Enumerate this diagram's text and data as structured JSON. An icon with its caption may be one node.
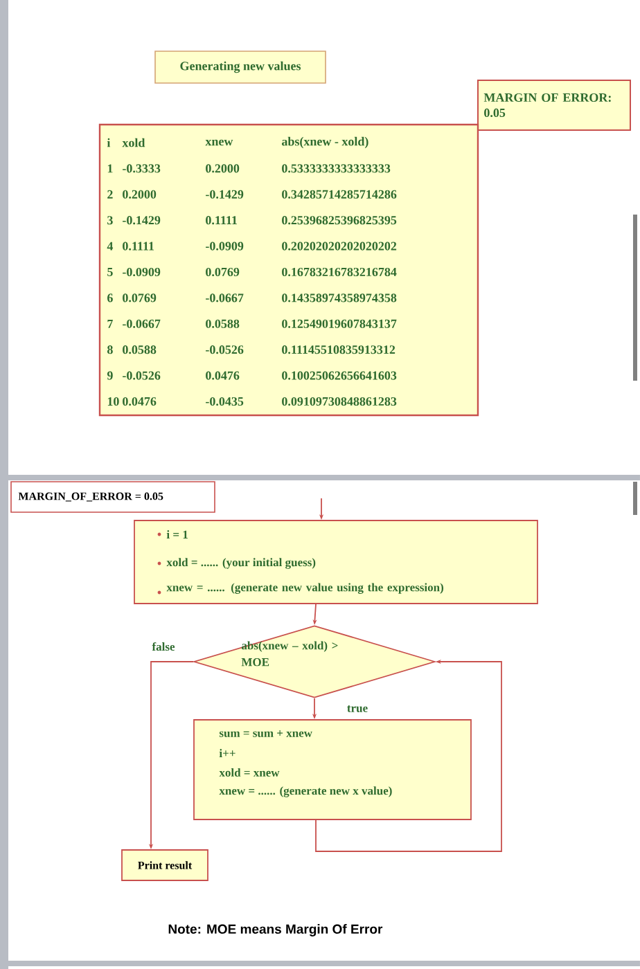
{
  "diagram": {
    "nodes": [
      {
        "text": [
          "Generating new values"
        ]
      },
      {
        "text": [
          "MARGIN OF ERROR: 0.05"
        ]
      },
      {
        "text": [
          "i",
          "xold",
          "xnew",
          "abs(xnew - xold)",
          "1",
          "-0.3333",
          "0.2000",
          "0.5333333333333333",
          "2",
          "0.2000",
          "-0.1429",
          "0.34285714285714286",
          "3",
          "-0.1429",
          "0.1111",
          "0.25396825396825395",
          "4",
          "0.1111",
          "-0.0909",
          "0.20202020202020202",
          "5",
          "-0.0909",
          "0.0769",
          "0.16783216783216784",
          "6",
          "0.0769",
          "-0.0667",
          "0.14358974358974358",
          "7",
          "-0.0667",
          "0.0588",
          "0.12549019607843137",
          "8",
          "0.0588",
          "-0.0526",
          "0.11145510835913312",
          "9",
          "-0.0526",
          "0.0476",
          "0.10025062656641603",
          "10",
          "0.0476",
          "-0.0435",
          "0.09109730848861283"
        ]
      },
      {
        "text": [
          "MARGIN_OF_ERROR = 0.05"
        ]
      },
      {
        "text": [
          "i = 1",
          "xold = ...... (your initial guess)",
          "xnew = ...... (generate new value using the expression)"
        ]
      },
      {
        "text": [
          "abs(xnew – xold) > MOE"
        ]
      },
      {
        "text": [
          "sum = sum + xnew",
          "i++",
          "xold = xnew",
          "xnew = ...... (generate new x value)"
        ]
      },
      {
        "text": [
          "Print result"
        ]
      }
    ],
    "edges": [
      {
        "from": null,
        "to": 4,
        "arrow": "to"
      },
      {
        "from": 4,
        "to": 5,
        "arrow": "to"
      },
      {
        "from": 5,
        "to": 6,
        "arrow": "to",
        "label": "true"
      },
      {
        "from": 5,
        "to": 7,
        "arrow": "to",
        "label": "false"
      },
      {
        "from": 6,
        "to": 5,
        "arrow": "to"
      }
    ],
    "labels": [
      "Note: MOE means Margin Of Error"
    ]
  }
}
